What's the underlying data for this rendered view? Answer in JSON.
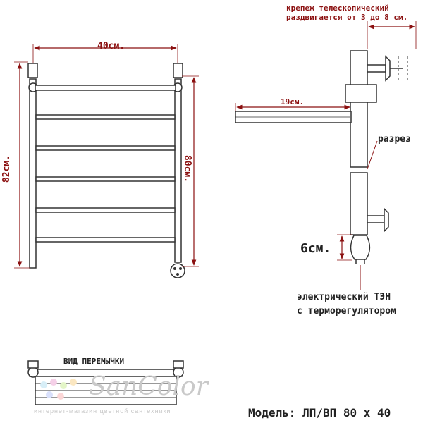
{
  "labels": {
    "width": "40см.",
    "height_total": "82см.",
    "height_inner": "80см.",
    "depth": "19см.",
    "mount_line1": "крепеж телескопический",
    "mount_line2": "раздвигается от 3 до 8 см.",
    "cut": "разрез",
    "heater_size": "6см.",
    "heater_line1": "электрический  ТЭН",
    "heater_line2": "с терморегулятором",
    "jumper_view": "ВИД ПЕРЕМЫЧКИ",
    "model": "Модель: ЛП/ВП 80 х 40"
  },
  "watermark": {
    "brand": "SanColor",
    "tagline": "интернет-магазин цветной сантехники"
  },
  "colors": {
    "accent": "#8b1010",
    "line": "#333333",
    "watermark": "#cccccc"
  }
}
